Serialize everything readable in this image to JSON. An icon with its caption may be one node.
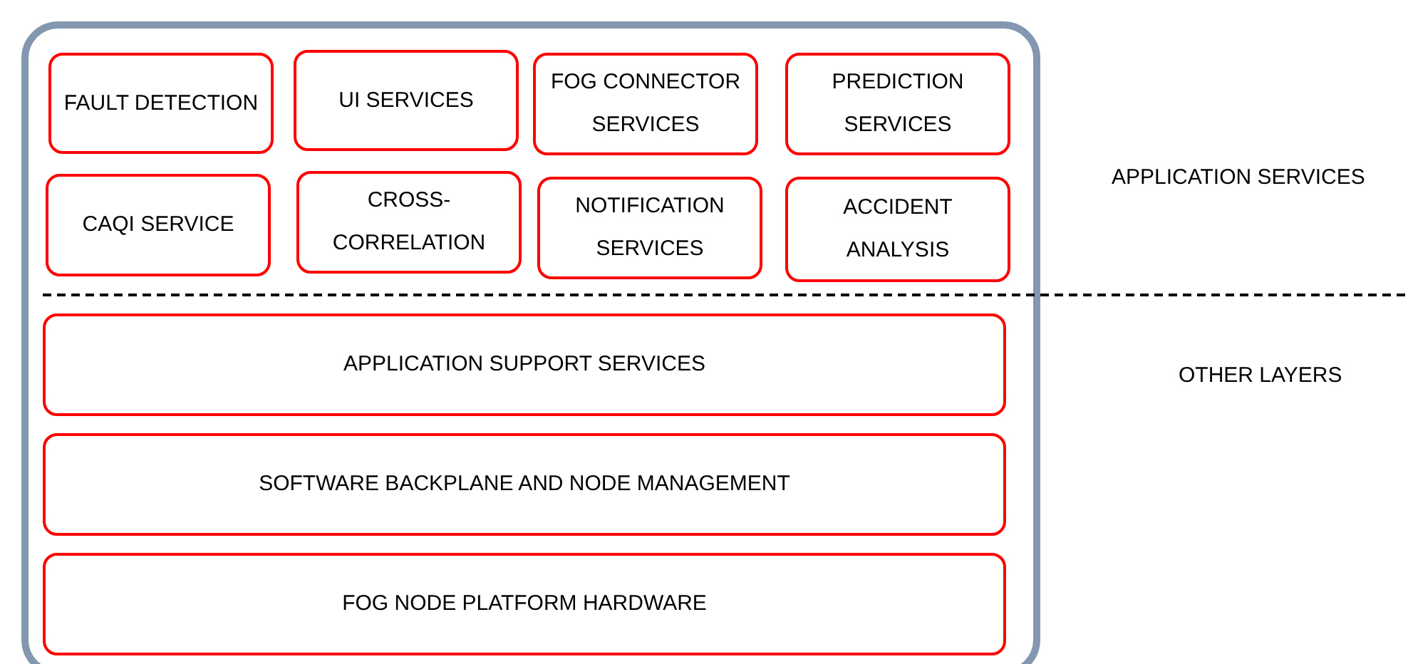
{
  "diagram": {
    "nodes": [
      {
        "text": [],
        "shape": "box"
      },
      {
        "text": [
          "FAULT DETECTION"
        ],
        "in": 0
      },
      {
        "text": [
          "UI SERVICES"
        ],
        "in": 0
      },
      {
        "text": [
          "FOG CONNECTOR SERVICES"
        ],
        "in": 0
      },
      {
        "text": [
          "PREDICTION SERVICES"
        ],
        "in": 0
      },
      {
        "text": [
          "CAQI SERVICE"
        ],
        "in": 0
      },
      {
        "text": [
          "CROSS-CORRELATION"
        ],
        "in": 0
      },
      {
        "text": [
          "NOTIFICATION SERVICES"
        ],
        "in": 0
      },
      {
        "text": [
          "ACCIDENT ANALYSIS"
        ],
        "in": 0
      },
      {
        "text": [
          "APPLICATION SUPPORT SERVICES"
        ],
        "in": 0
      },
      {
        "text": [
          "SOFTWARE BACKPLANE AND NODE MANAGEMENT"
        ],
        "in": 0
      },
      {
        "text": [
          "FOG NODE PLATFORM HARDWARE"
        ],
        "in": 0
      }
    ],
    "labels": [
      "APPLICATION SERVICES",
      "OTHER LAYERS"
    ]
  }
}
